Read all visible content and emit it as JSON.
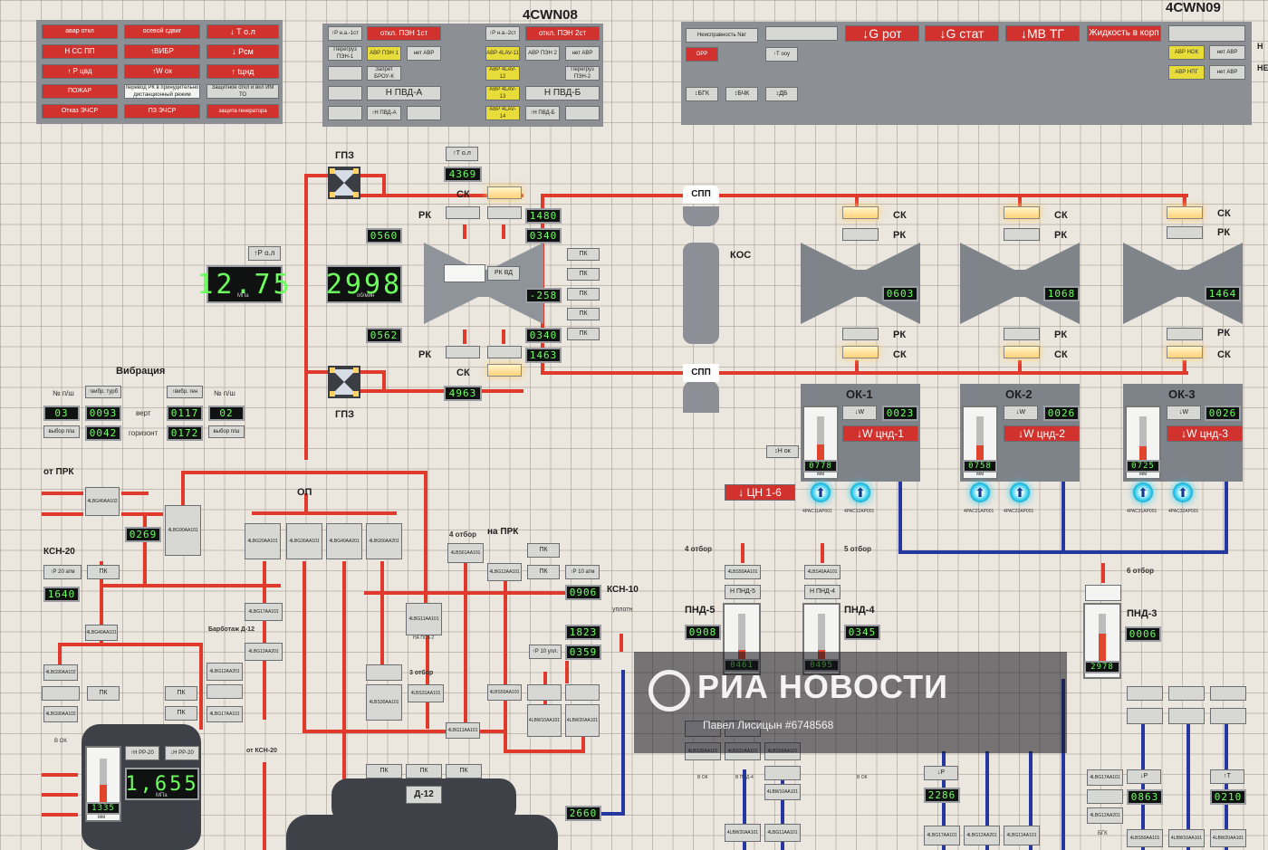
{
  "header": {
    "left_unit": "4CWN08",
    "right_unit": "4CWN09",
    "edge_label_1": "Н",
    "edge_label_2": "НЕ"
  },
  "alarms_left": [
    "авар откл",
    "осевой сдвиг",
    "↓ Т о.л",
    "Н СС ПП",
    "↑ВИБР",
    "↓ Рсм",
    "↑ Р цвд",
    "↑W ок",
    "↑ tцнд",
    "ПОЖАР",
    "перевод РК в принудительно дистанционный режим",
    "Защитное откл и вкл ИМ ТО",
    "Отказ ЭЧСР",
    "ПЗ ЭЧСР",
    "защита генератора"
  ],
  "alarms_mid": {
    "pen_off_1": "откл. ПЭН 1ст",
    "pen_off_2": "откл. ПЭН 2ст",
    "p_na_1": "↑Р н.а.-1ст",
    "p_na_2": "↑Р н.а.-2ст",
    "overload_1": "Перегруз ПЭН-1",
    "avr_pen1": "АВР ПЭН 1",
    "no_avr": "нет АВР",
    "avr_4lav11": "АВР 4LAV-11",
    "avr_pen2": "АВР ПЭН 2",
    "ban_brou": "Запрет БРОУ-К",
    "avr_4lav12": "АВР 4LAV-12",
    "avr_4lav13": "АВР 4LAV-13",
    "overload_2": "Перегруз ПЭН-2",
    "n_pvd_a": "Н ПВД-А",
    "n_pvd_b": "Н ПВД-Б",
    "up_n_pvd_a": "↑Н ПВД-А",
    "avr_4lav14": "АВР 4LAV-14",
    "up_n_pvd_b": "↑Н ПВД-Б"
  },
  "alarms_right": {
    "fault": "Неисправность Nвг",
    "g_rot": "↓G рот",
    "g_stat": "↓G стат",
    "mv_tg": "↓МВ ТГ",
    "liquid": "Жидкость в корп",
    "t_ooy": "↑Т оoy",
    "avr_nok": "АВР НОК",
    "no_avr": "нет АВР",
    "b_gk": "↕БГК",
    "b_chk": "↕БЧК",
    "db": "↕ДБ",
    "avr_npg": "АВР НПГ",
    "orr": "ОРР"
  },
  "main": {
    "gpz": "ГПЗ",
    "sk": "СК",
    "rk": "РК",
    "spp": "СПП",
    "kos": "КОС",
    "pk": "ПК",
    "t_ol": "↑Т о.л",
    "p_ol": "↑Р о.л",
    "rk_vd": "РК ВД",
    "pressure_mpa": "12.75",
    "pressure_unit": "МПа",
    "speed_rpm": "2998",
    "speed_unit": "об/мин",
    "vibration": "Вибрация",
    "vib_no": "№ п/ш",
    "vib_turb": "↑вибр. турб",
    "vib_gen": "↑вибр. ген",
    "vib_vert": "верт",
    "vib_horiz": "горизонт",
    "vib_sel_1": "выбор п/ш",
    "vib_sel_2": "выбор п/ш",
    "vib_no_1": "03",
    "vib_no_2": "02",
    "vib_v1": "0093",
    "vib_h1": "0042",
    "vib_v2": "0117",
    "vib_h2": "0172",
    "t1": "4369",
    "t2": "4963",
    "t3": "1480",
    "t4": "1463",
    "p1": "0560",
    "p2": "0562",
    "p3": "0340",
    "p4": "0340",
    "p5": "-258",
    "ok_1": "ОК-1",
    "ok_2": "ОК-2",
    "ok_3": "ОК-3",
    "w_cnd_1": "↓W цнд-1",
    "w_cnd_2": "↓W цнд-2",
    "w_cnd_3": "↓W цнд-3",
    "w": "↓W",
    "ok_w1": "0023",
    "ok_w2": "0026",
    "ok_w3": "0026",
    "ok_lvl1": "0778",
    "ok_lvl2": "0758",
    "ok_lvl3": "0725",
    "lp_p1": "0603",
    "lp_p2": "1068",
    "lp_p3": "1464",
    "h_ok": "↕Н ок",
    "cn": "↓ ЦН 1-6",
    "mm": "мм",
    "pac_11": "4PAC11AP001",
    "pac_12": "4PAC12AP001",
    "pac_21": "4PAC21AP001",
    "pac_22": "4PAC22AP001",
    "pac_31": "4PAC31AP001",
    "pac_32": "4PAC32AP001"
  },
  "lower": {
    "from_prk": "от ПРК",
    "ksn20": "КСН-20",
    "ksn10": "КСН-10",
    "op": "ОП",
    "otbor4": "4 отбор",
    "otbor3": "3 отбор",
    "otbor5": "5 отбор",
    "otbor6": "6 отбор",
    "na_prk": "на ПРК",
    "uplotn": "уплотн",
    "barbotazh": "Барботаж Д-12",
    "ot_ksn20": "от КСН-20",
    "d12": "Д-12",
    "pnd5": "ПНД-5",
    "pnd4": "ПНД-4",
    "pnd3": "ПНД-3",
    "p20": "↑Р 20 атм",
    "p10": "↑Р 10 атм",
    "p10_upl": "↑Р 10 упл.",
    "v_ok": "В ОК",
    "na_psv2": "НА ПСВ-2",
    "to_pnd4": "В ПНД-4",
    "bgk": "БГК",
    "p": "↓Р",
    "t": "↑Т",
    "h_pnd5": "Н ПНД-5",
    "h_pnd4": "Н ПНД-4",
    "v_ksn20": "1640",
    "v_2690": "0269",
    "v_ksn10": "0906",
    "v_1823": "1823",
    "v_0359": "0359",
    "v_d12": "1,655",
    "v_d12_unit": "МПа",
    "v_d12_level": "1335",
    "v_d12_lvl_unit": "мм",
    "v_2660": "2660",
    "v_pnd5": "0908",
    "v_pnd5_lvl": "0461",
    "v_pnd4": "0345",
    "v_pnd4_lvl": "0495",
    "v_pnd3": "0006",
    "v_pnd3_lvl": "2978",
    "v_2286": "2286",
    "v_0863": "0863",
    "v_0210": "0210",
    "h_pr20": "↑Н РР-20",
    "l_pr20": "↓Н РР-20",
    "tag_1": "4LBG40AA102",
    "tag_2": "4LBG40AA101",
    "tag_3": "4LBG90AA101",
    "tag_4": "4LBG90AA102",
    "tag_op1": "4LBG20AA101",
    "tag_op2": "4LBG30AA101",
    "tag_op3": "4LBG40AA201",
    "tag_op4": "4LBG50AA201",
    "tag_4ot": "4LBS61AA101",
    "tag_prk": "4LBG12AA101",
    "tag_b1": "4LBG17AA101",
    "tag_b2": "4LBG12AA201",
    "tag_3ot": "4LBS30AA101",
    "tag_3ot2": "4LBS31AA101",
    "tag_psv": "4LBG11AA101",
    "tag_psv2": "4LBS50AA101",
    "tag_bw": "4LBW10AA101",
    "tag_bw2": "4LBW20AA101",
    "tag_pnd5": "4LBS50AA101",
    "tag_pnd4": "4LBS40AA101",
    "pk_label": "ПК"
  },
  "watermark": {
    "brand": "РИА НОВОСТИ",
    "credit": "Павел Лисицын #6748568"
  }
}
